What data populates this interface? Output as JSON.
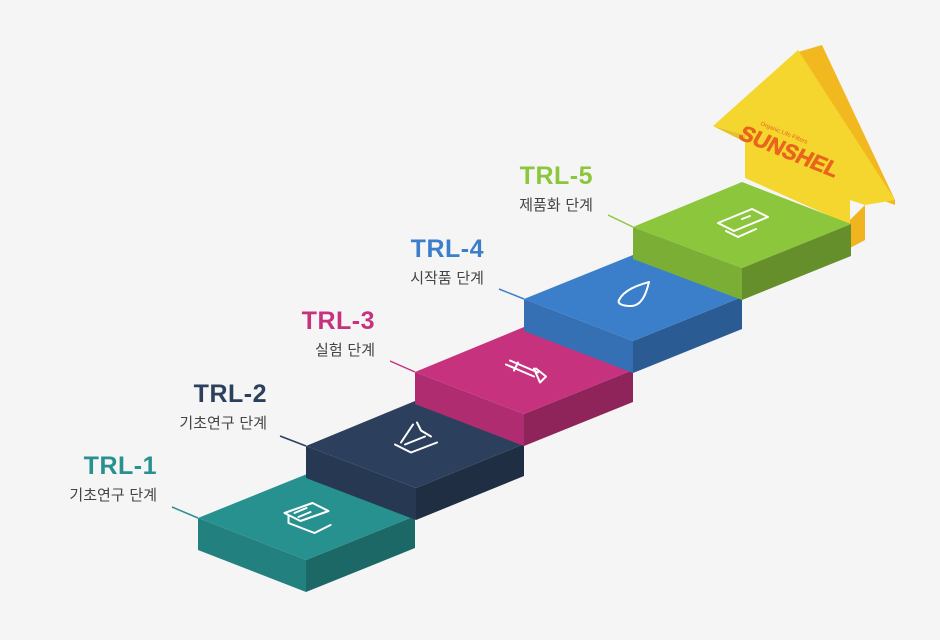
{
  "brand": {
    "tagline": "Organic Life Filters",
    "name": "SUNSHEL",
    "colors": {
      "arrow": "#f4d32e",
      "arrow_side": "#f0b41e",
      "text": "#e8651d"
    }
  },
  "steps": [
    {
      "code": "TRL-1",
      "desc": "기초연구 단계",
      "color": "#27918f",
      "icon": "lab-book-icon"
    },
    {
      "code": "TRL-2",
      "desc": "기초연구 단계",
      "color": "#2c405e",
      "icon": "flask-icon"
    },
    {
      "code": "TRL-3",
      "desc": "실험 단계",
      "color": "#c7327f",
      "icon": "test-tube-icon"
    },
    {
      "code": "TRL-4",
      "desc": "시작품 단계",
      "color": "#3b7fcb",
      "icon": "drop-icon"
    },
    {
      "code": "TRL-5",
      "desc": "제품화 단계",
      "color": "#8cc63c",
      "icon": "product-icon"
    }
  ]
}
